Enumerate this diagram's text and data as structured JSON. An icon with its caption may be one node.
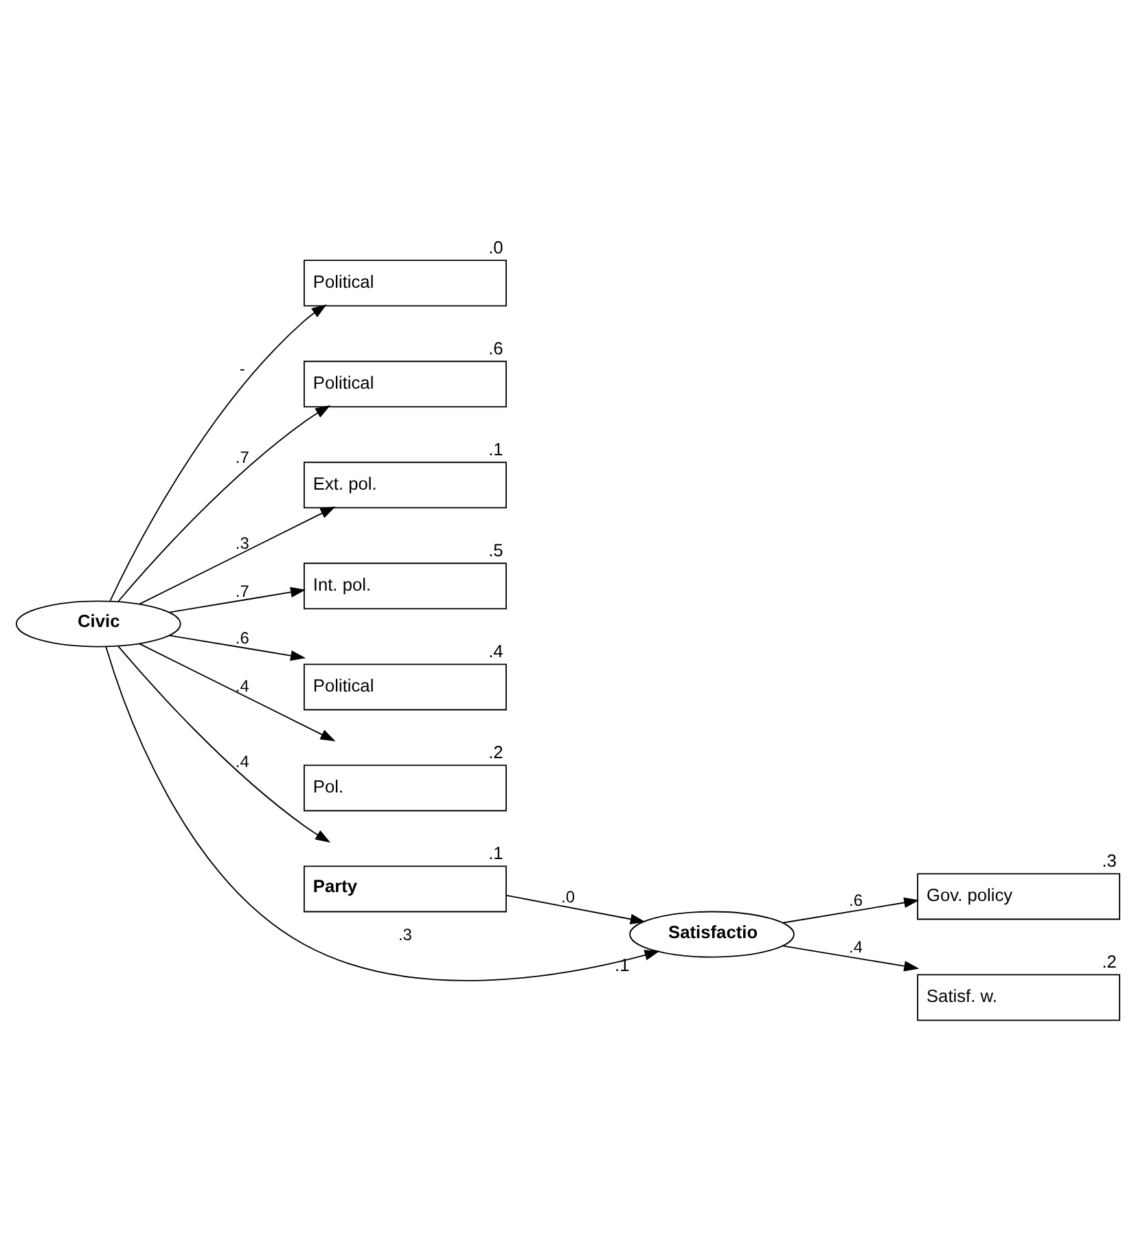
{
  "diagram": {
    "nodes": [
      {
        "text": [
          "Civic"
        ]
      },
      {
        "text": [
          "Political"
        ],
        "beside": [
          ".0"
        ]
      },
      {
        "text": [
          "Political"
        ],
        "beside": [
          ".6"
        ]
      },
      {
        "text": [
          "Ext. pol."
        ],
        "beside": [
          ".1"
        ]
      },
      {
        "text": [
          "Int. pol."
        ],
        "beside": [
          ".5"
        ]
      },
      {
        "text": [
          "Political"
        ],
        "beside": [
          ".4"
        ]
      },
      {
        "text": [
          "Pol."
        ],
        "beside": [
          ".2"
        ]
      },
      {
        "text": [
          "Party"
        ],
        "beside": [
          ".1"
        ]
      },
      {
        "text": [
          "Satisfactio"
        ],
        "beside": [
          ".1"
        ]
      },
      {
        "text": [
          "Gov. policy"
        ],
        "beside": [
          ".3"
        ]
      },
      {
        "text": [
          "Satisf. w."
        ],
        "beside": [
          ".2"
        ]
      }
    ],
    "edges": [
      {
        "from": 0,
        "to": 1,
        "arrow": "to",
        "label": "-"
      },
      {
        "from": 0,
        "to": 2,
        "arrow": "to",
        "label": ".7"
      },
      {
        "from": 0,
        "to": 3,
        "arrow": "to",
        "label": ".3"
      },
      {
        "from": 0,
        "to": 4,
        "arrow": "to",
        "label": ".7"
      },
      {
        "from": 0,
        "to": 5,
        "arrow": "to",
        "label": ".6"
      },
      {
        "from": 0,
        "to": 6,
        "arrow": "to",
        "label": ".4"
      },
      {
        "from": 0,
        "to": 7,
        "arrow": "to",
        "label": ".4"
      },
      {
        "from": 0,
        "to": 8,
        "arrow": "to",
        "label": ".3"
      },
      {
        "from": 7,
        "to": 8,
        "arrow": "to",
        "label": ".0"
      },
      {
        "from": 8,
        "to": 9,
        "arrow": "to",
        "label": ".6"
      },
      {
        "from": 8,
        "to": 10,
        "arrow": "to",
        "label": ".4"
      }
    ]
  }
}
